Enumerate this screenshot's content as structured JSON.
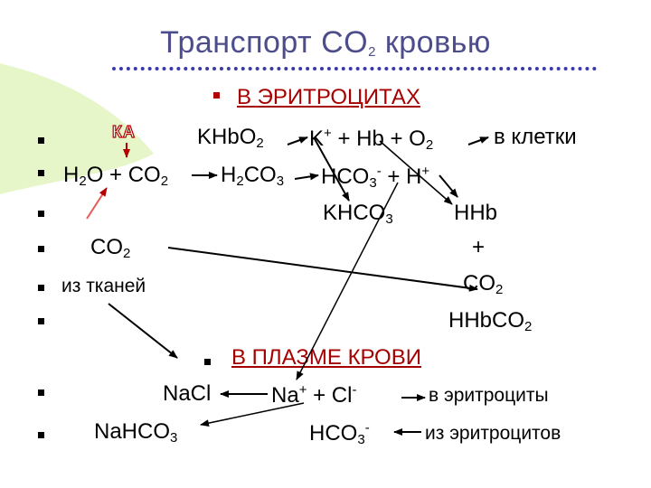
{
  "title": {
    "text": "Транспорт CO",
    "sub": "2",
    "rest": " кровью"
  },
  "section_rbc": "В ЭРИТРОЦИТАХ",
  "section_plasma": "В ПЛАЗМЕ КРОВИ",
  "ka_label": "КА",
  "eq1": {
    "khbo2": "KHbO",
    "khbo2_sub": "2",
    "k": "K",
    "k_sup": "+",
    "hb": " + Hb + O",
    "o2_sub": "2",
    "to_cells": "в клетки"
  },
  "eq2": {
    "h2o_a": "H",
    "h2o_sub": "2",
    "h2o_b": "O + CO",
    "co2_sub": "2",
    "h2co3_a": "H",
    "h2co3_sub1": "2",
    "h2co3_b": "CO",
    "h2co3_sub2": "3",
    "hco3_a": "HCO",
    "hco3_sub": "3",
    "hco3_sup": "-",
    "h_plus": " + H",
    "h_sup": "+"
  },
  "khco3": {
    "a": "KHCO",
    "sub": "3"
  },
  "hhb": "HHb",
  "plus": "+",
  "co2_left": {
    "a": "CO",
    "sub": "2"
  },
  "from_tissues": "из тканей",
  "co2_right": {
    "a": "CO",
    "sub": "2"
  },
  "hhbco2": {
    "a": "HHbCO",
    "sub": "2"
  },
  "nacl": "NaCl",
  "na": "Na",
  "na_sup": "+",
  "plus_cl": "  +  Cl",
  "cl_sup": "-",
  "into_rbc": "в эритроциты",
  "nahco3": {
    "a": "NaHCO",
    "sub": "3"
  },
  "hco3_plasma": {
    "a": "HCO",
    "sub": "3",
    "sup": "-"
  },
  "from_rbc": "из эритроцитов",
  "colors": {
    "title": "#4d4d8c",
    "dots": "#3a3aa8",
    "accent_red": "#a50000",
    "bullet_red": "#b30000",
    "swoosh": "#e7f6c9"
  }
}
